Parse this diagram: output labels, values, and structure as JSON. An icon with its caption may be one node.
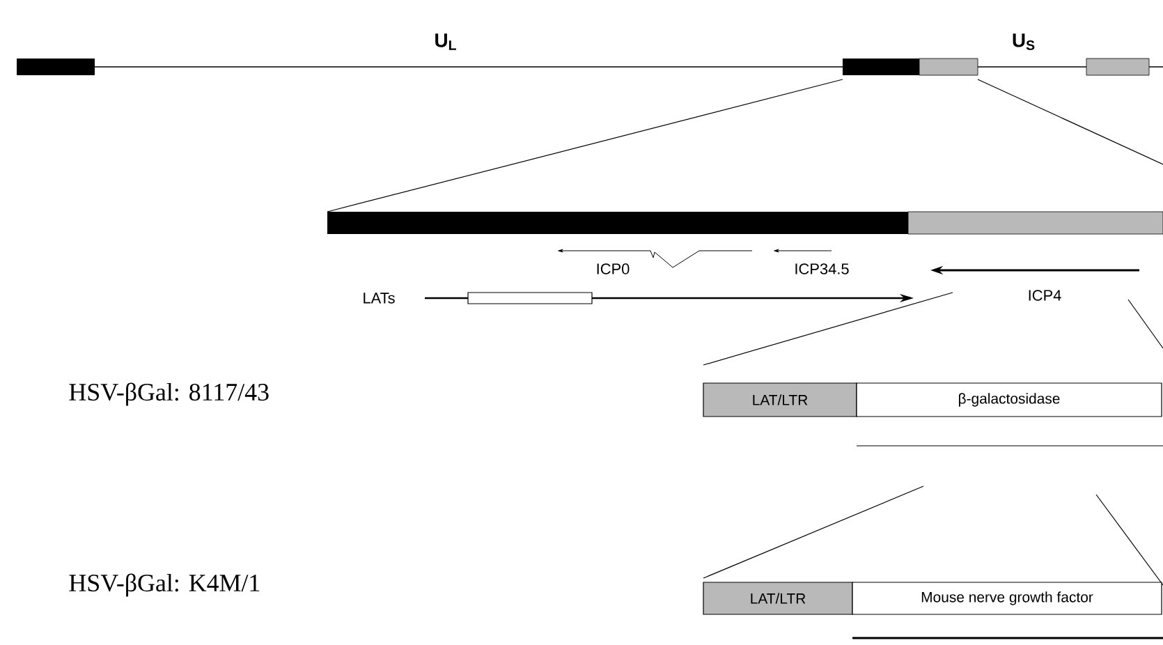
{
  "diagram": {
    "nodes": [
      {
        "text": [
          "LAT/LTR"
        ]
      },
      {
        "text": [
          "β-galactosidase"
        ]
      },
      {
        "text": [
          "LAT/LTR"
        ]
      },
      {
        "text": [
          "Mouse nerve growth factor"
        ]
      }
    ],
    "labels": [
      "U$_{L}$",
      "U$_{S}$",
      "ICP0",
      "ICP34.5",
      "LATs",
      "ICP4",
      "HSV-βGal: 8117/43",
      "HSV-βGal: K4M/1"
    ]
  }
}
